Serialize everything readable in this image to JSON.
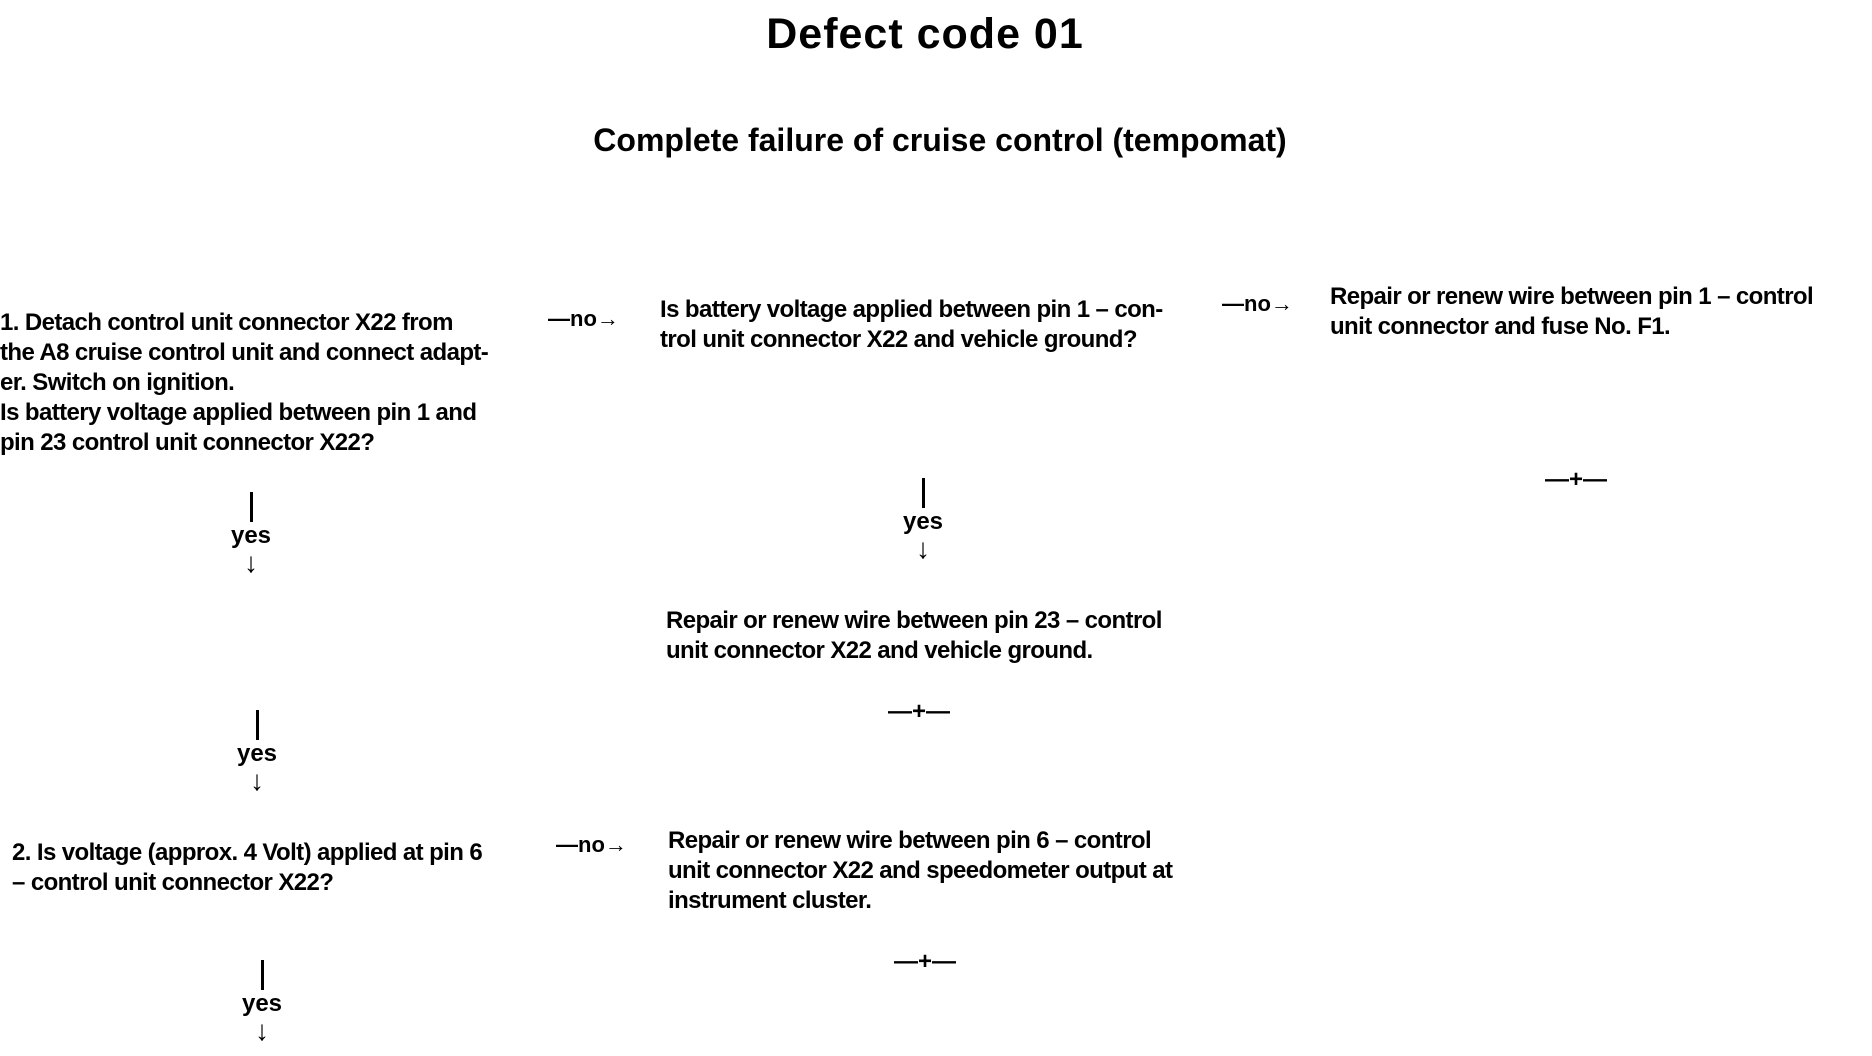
{
  "title": "Defect code 01",
  "subtitle": "Complete failure of cruise control (tempomat)",
  "step1": {
    "lines": [
      "1. Detach control unit connector X22 from",
      "the A8 cruise control unit and connect adapt-",
      "er. Switch on ignition.",
      "Is battery voltage applied between pin 1 and",
      "pin 23 control unit connector X22?"
    ]
  },
  "step1_no_arrow": "—no→",
  "check_battery": {
    "lines": [
      "Is battery voltage applied between pin 1 – con-",
      "trol unit connector X22 and vehicle ground?"
    ]
  },
  "check_battery_no_arrow": "—no→",
  "repair_pin1": {
    "lines": [
      "Repair or renew wire between pin 1 – control",
      "unit connector and fuse No. F1."
    ],
    "end_mark": "—+—"
  },
  "check_battery_yes": "yes",
  "repair_pin23": {
    "lines": [
      "Repair or renew wire between pin 23 – control",
      "unit connector X22 and vehicle ground."
    ],
    "end_mark": "—+—"
  },
  "step1_yes_a": "yes",
  "step1_yes_b": "yes",
  "step2": {
    "lines": [
      "2. Is voltage (approx. 4 Volt) applied at pin 6",
      "– control unit connector X22?"
    ]
  },
  "step2_no_arrow": "—no→",
  "repair_pin6": {
    "lines": [
      "Repair or renew wire between pin 6 – control",
      "unit connector X22 and speedometer output at",
      "instrument cluster."
    ],
    "end_mark": "—+—"
  },
  "step2_yes": "yes",
  "down_arrow_glyph": "↓"
}
